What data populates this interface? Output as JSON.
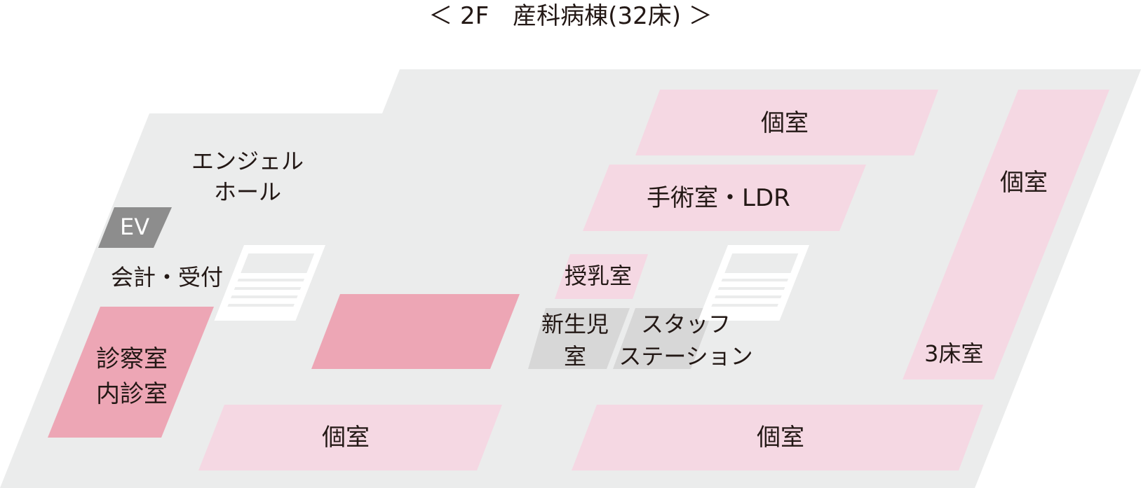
{
  "title": "＜ 2F　産科病棟(32床) ＞",
  "colors": {
    "floor": "#ebecec",
    "room_light": "#f5d8e3",
    "room_dark": "#eda6b5",
    "elevator": "#8d8d8d",
    "staff_area": "#d7d7d7",
    "bed_icon": "#ffffff",
    "text": "#231815"
  },
  "areas": {
    "angel_hall_line1": "エンジェル",
    "angel_hall_line2": "ホール",
    "elevator": "EV",
    "reception": "会計・受付",
    "exam_line1": "診察室",
    "exam_line2": "内診室",
    "private_room_top": "個室",
    "surgery_ldr": "手術室・LDR",
    "private_room_right": "個室",
    "three_bed_room": "3床室",
    "nursing_room": "授乳室",
    "nursery_line1": "新生児",
    "nursery_line2": "室",
    "staff_station_line1": "スタッフ",
    "staff_station_line2": "ステーション",
    "private_room_bottom_left": "個室",
    "private_room_bottom_right": "個室"
  },
  "icons": [
    "bed-icon",
    "bed-icon"
  ]
}
